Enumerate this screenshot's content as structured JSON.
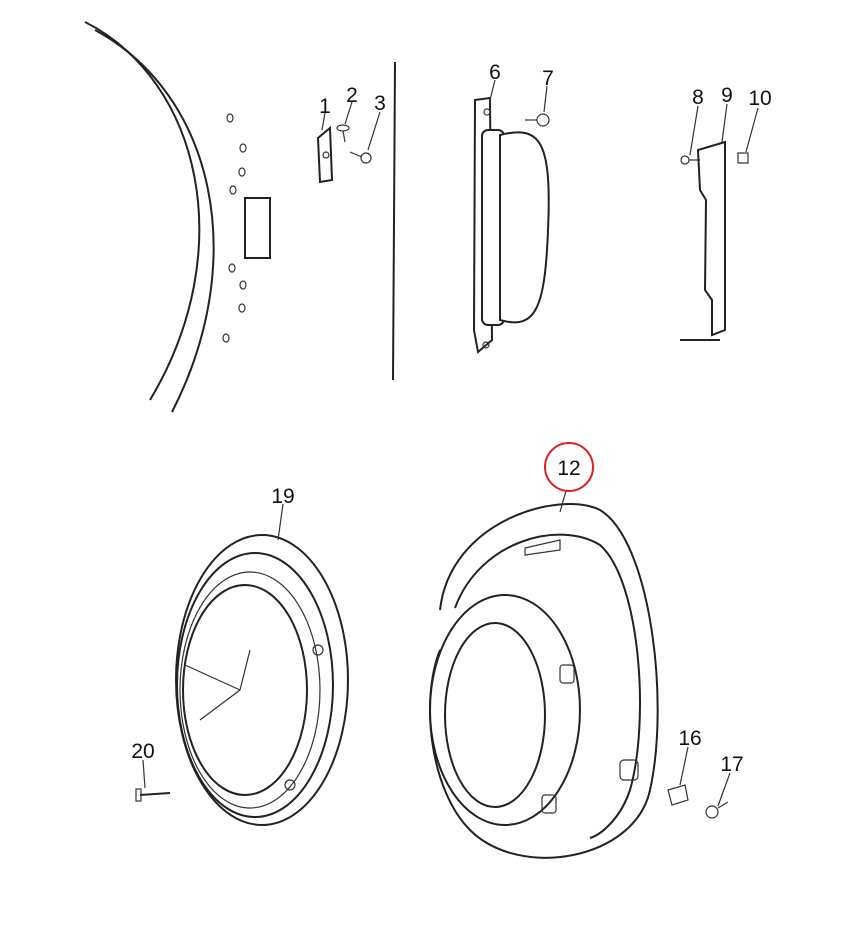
{
  "diagram": {
    "labels": {
      "p1": "1",
      "p2": "2",
      "p3": "3",
      "p6": "6",
      "p7": "7",
      "p8": "8",
      "p9": "9",
      "p10": "10",
      "p12": "12",
      "p16": "16",
      "p17": "17",
      "p19": "19",
      "p20": "20"
    },
    "highlighted_part": "12",
    "highlight_color": "#e02020"
  }
}
